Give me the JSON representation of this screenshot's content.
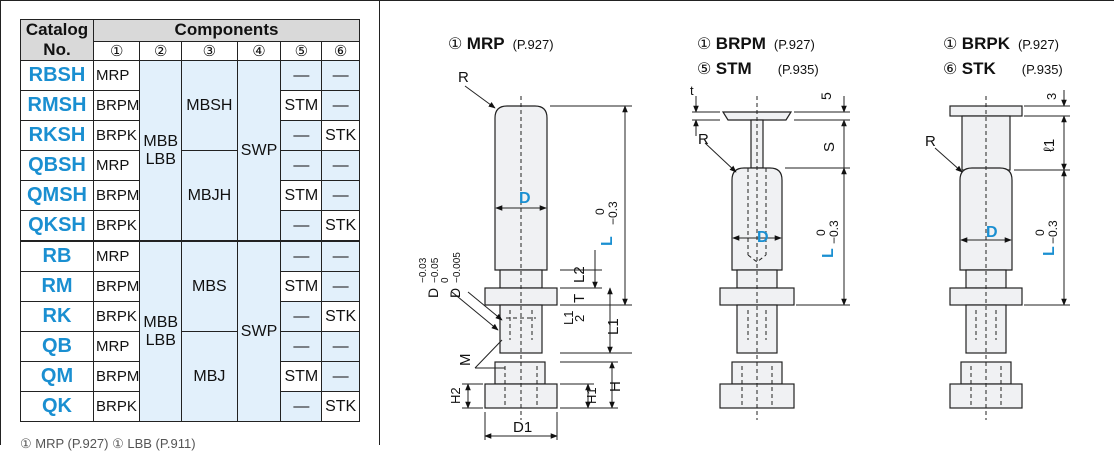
{
  "table": {
    "catalog_header": [
      "Catalog",
      "No."
    ],
    "components_header": "Components",
    "col_numbers": [
      "①",
      "②",
      "③",
      "④",
      "⑤",
      "⑥"
    ],
    "rows": [
      {
        "code": "RBSH",
        "c1": "MRP",
        "c5": "—",
        "c6": "—"
      },
      {
        "code": "RMSH",
        "c1": "BRPM",
        "c5": "STM",
        "c6": "—"
      },
      {
        "code": "RKSH",
        "c1": "BRPK",
        "c5": "—",
        "c6": "STK"
      },
      {
        "code": "QBSH",
        "c1": "MRP",
        "c5": "—",
        "c6": "—"
      },
      {
        "code": "QMSH",
        "c1": "BRPM",
        "c5": "STM",
        "c6": "—"
      },
      {
        "code": "QKSH",
        "c1": "BRPK",
        "c5": "—",
        "c6": "STK"
      },
      {
        "code": "RB",
        "c1": "MRP",
        "c5": "—",
        "c6": "—"
      },
      {
        "code": "RM",
        "c1": "BRPM",
        "c5": "STM",
        "c6": "—"
      },
      {
        "code": "RK",
        "c1": "BRPK",
        "c5": "—",
        "c6": "STK"
      },
      {
        "code": "QB",
        "c1": "MRP",
        "c5": "—",
        "c6": "—"
      },
      {
        "code": "QM",
        "c1": "BRPM",
        "c5": "STM",
        "c6": "—"
      },
      {
        "code": "QK",
        "c1": "BRPK",
        "c5": "—",
        "c6": "STK"
      }
    ],
    "group1": {
      "c2": "MBB\nLBB",
      "c3_top": "MBSH",
      "c3_bottom": "MBJH",
      "c4": "SWP"
    },
    "group2": {
      "c2": "MBB\nLBB",
      "c3_top": "MBS",
      "c3_bottom": "MBJ",
      "c4": "SWP"
    }
  },
  "captions": {
    "a": {
      "num": "①",
      "name": "MRP",
      "page": "(P.927)"
    },
    "b1": {
      "num": "①",
      "name": "BRPM",
      "page": "(P.927)"
    },
    "b2": {
      "num": "⑤",
      "name": "STM",
      "page": "(P.935)"
    },
    "c1": {
      "num": "①",
      "name": "BRPK",
      "page": "(P.927)"
    },
    "c2": {
      "num": "⑥",
      "name": "STK",
      "page": "(P.935)"
    }
  },
  "labels": {
    "R": "R",
    "D": "D",
    "L": "L",
    "tol0": "0",
    "tolL": "−0.3",
    "D_tol_a": "D",
    "D_tol_a_up": "−0.03",
    "D_tol_a_lo": "−0.05",
    "D_tol_b": "D",
    "D_tol_b_up": "0",
    "D_tol_b_lo": "−0.005",
    "L2": "L2",
    "T": "T",
    "L1": "L1",
    "two": "2",
    "M": "M",
    "H": "H",
    "H1": "H1",
    "H2": "H2",
    "D1": "D1",
    "t": "t",
    "five": "5",
    "S": "S",
    "three": "3",
    "l1": "ℓ1"
  },
  "footer_cut": "① MRP  (P.927)                    ① LBB  (P.911)"
}
